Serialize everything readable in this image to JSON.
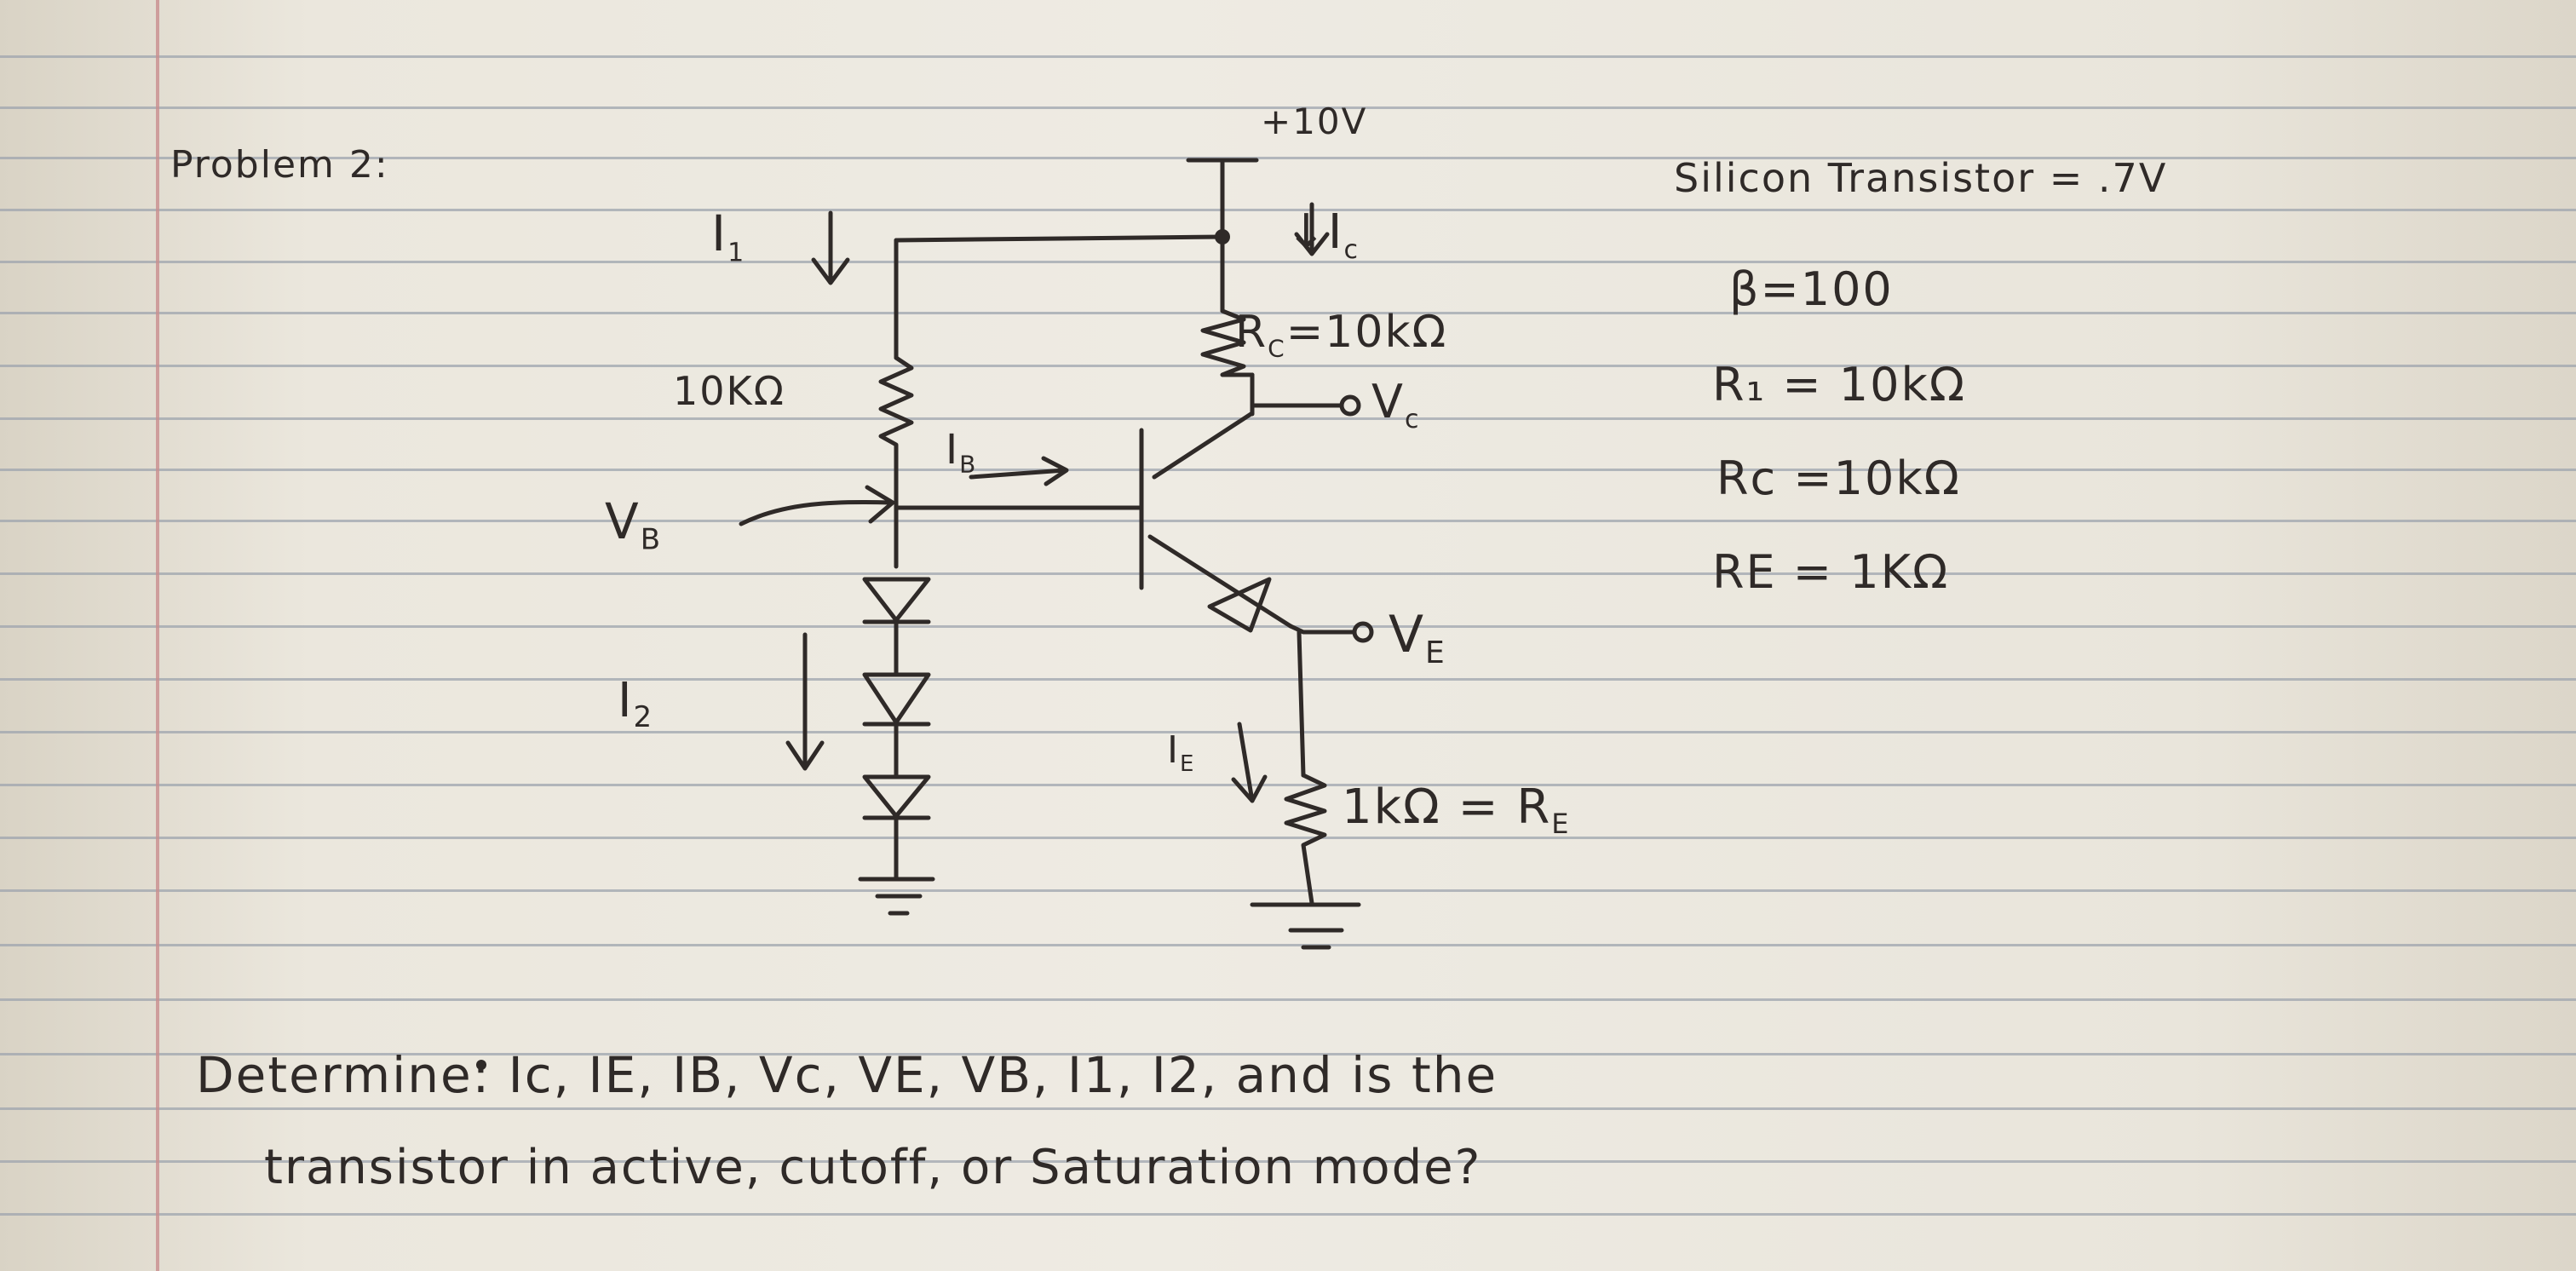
{
  "heading": "Problem 2:",
  "supply": "+10V",
  "currents": {
    "i1": "I",
    "i1_sub": "1",
    "ic": "↓I",
    "ic_sub": "c",
    "ib": "I",
    "ib_sub": "B",
    "i2": "I",
    "i2_sub": "2",
    "ie": "I",
    "ie_sub": "E"
  },
  "components": {
    "r1_label": "10KΩ",
    "rc_label": "R",
    "rc_sub": "C",
    "rc_value": "=10kΩ",
    "re_label": "1kΩ = R",
    "re_sub": "E"
  },
  "nodes": {
    "vc": "V",
    "vc_sub": "c",
    "vb": "V",
    "vb_sub": "B",
    "ve": "V",
    "ve_sub": "E"
  },
  "givens": [
    "Silicon Transistor = .7V",
    "β=100",
    "R₁ = 10kΩ",
    "Rc =10kΩ",
    "RE = 1KΩ"
  ],
  "task": {
    "line1": "Determine: Ic, IE, IB, Vc, VE, VB, I1, I2, and is the",
    "line2": "transistor in active, cutoff, or Saturation mode?"
  }
}
